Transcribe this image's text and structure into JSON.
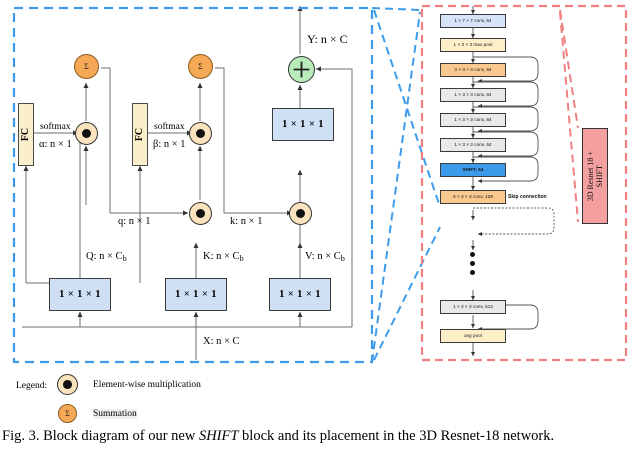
{
  "figure": {
    "caption_prefix": "Fig. 3.",
    "caption_part1": "Block diagram of our new ",
    "caption_italic": "SHIFT",
    "caption_part2": " block and its placement in the 3D Resnet-18 network."
  },
  "shift_block": {
    "border_color": "#3d9bea",
    "input_label": "X: n × C",
    "output_label": "Y: n × C",
    "projections": [
      {
        "box_label": "1 × 1 × 1",
        "stream_label": "Q: n × C",
        "stream_sub": "b"
      },
      {
        "box_label": "1 × 1 × 1",
        "stream_label": "K: n × C",
        "stream_sub": "b"
      },
      {
        "box_label": "1 × 1 × 1",
        "stream_label": "V: n × C",
        "stream_sub": "b"
      }
    ],
    "attention_paths": [
      {
        "fc_label": "FC",
        "softmax_label": "softmax",
        "weight_label": "α: n × 1",
        "sum_symbol": "Σ",
        "result_label": "q: n × 1"
      },
      {
        "fc_label": "FC",
        "softmax_label": "softmax",
        "weight_label": "β: n × 1",
        "sum_symbol": "Σ",
        "result_label": "k: n × 1"
      }
    ],
    "output_proj_label": "1 × 1 × 1",
    "add_symbol": "+"
  },
  "legend": {
    "title": "Legend:",
    "items": [
      {
        "symbol": "mul-circle",
        "label": "Element-wise multiplication"
      },
      {
        "symbol": "Σ",
        "label": "Summation"
      }
    ]
  },
  "network": {
    "border_color": "#f08080",
    "side_label_line1": "3D Resnet 18 +",
    "side_label_line2": "SHIFT",
    "skip_connection_label": "Skip connection",
    "layers": [
      {
        "label": "1 × 7 × 7 conv, 64",
        "color": "c-blue",
        "skip": false
      },
      {
        "label": "1 × 3 × 3 max pool",
        "color": "c-cream",
        "skip": false
      },
      {
        "label": "3 × 3 × 3 conv, 64",
        "color": "c-orange",
        "skip": true
      },
      {
        "label": "1 × 3 × 3 conv, 64",
        "color": "c-gray",
        "skip": true
      },
      {
        "label": "1 × 3 × 3 conv, 64",
        "color": "c-gray",
        "skip": true
      },
      {
        "label": "1 × 3 × 3 conv, 64",
        "color": "c-gray",
        "skip": true
      },
      {
        "label": "SHIFT, 64",
        "color": "c-shift",
        "skip": false
      },
      {
        "label": "3 × 3 × 3 conv, 128",
        "color": "c-orange2",
        "skip": false
      },
      {
        "label": "1 × 3 × 3 conv, 512",
        "color": "c-gray",
        "skip": true
      },
      {
        "label": "avg pool",
        "color": "c-cream",
        "skip": false
      }
    ]
  }
}
